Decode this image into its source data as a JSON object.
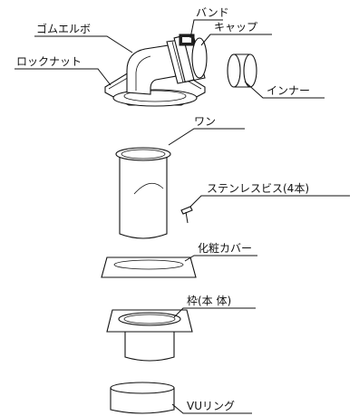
{
  "labels": {
    "gomu_elbow": "ゴムエルボ",
    "band": "バンド",
    "cap": "キャップ",
    "lock_nut": "ロックナット",
    "inner": "インナー",
    "wan": "ワン",
    "screws": "ステンレスビス(4本)",
    "cover": "化粧カバー",
    "frame": "枠(本 体)",
    "vu_ring": "VUリング"
  }
}
